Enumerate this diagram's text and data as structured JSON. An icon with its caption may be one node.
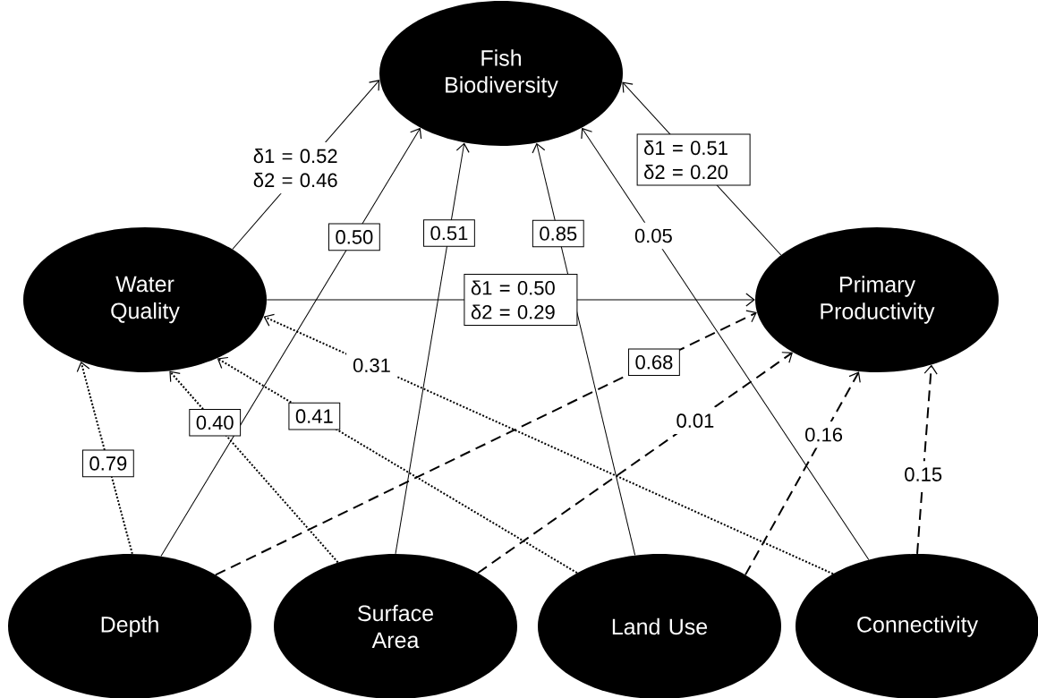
{
  "diagram": {
    "nodes": [
      {
        "text": [
          "Fish Biodiversity"
        ]
      },
      {
        "text": [
          "Water Quality"
        ]
      },
      {
        "text": [
          "Primary Productivity"
        ]
      },
      {
        "text": [
          "Depth"
        ]
      },
      {
        "text": [
          "Surface Area"
        ]
      },
      {
        "text": [
          "Land Use"
        ]
      },
      {
        "text": [
          "Connectivity"
        ]
      }
    ],
    "edges": [
      {
        "from": 1,
        "to": 0,
        "arrow": "to",
        "label": "δ1 = 0.52 δ2 = 0.46"
      },
      {
        "from": 3,
        "to": 0,
        "arrow": "to",
        "label": "0.50"
      },
      {
        "from": 4,
        "to": 0,
        "arrow": "to",
        "label": "0.51"
      },
      {
        "from": 5,
        "to": 0,
        "arrow": "to",
        "label": "0.85"
      },
      {
        "from": 6,
        "to": 0,
        "arrow": "to",
        "label": "0.05"
      },
      {
        "from": 2,
        "to": 0,
        "arrow": "to",
        "label": "δ1 = 0.51 δ2 = 0.20"
      },
      {
        "from": 1,
        "to": 2,
        "arrow": "to",
        "label": "δ1 = 0.50 δ2 = 0.29"
      },
      {
        "from": 3,
        "to": 1,
        "arrow": "to",
        "label": "0.79",
        "style": "dashed"
      },
      {
        "from": 4,
        "to": 1,
        "arrow": "to",
        "label": "0.40",
        "style": "dashed"
      },
      {
        "from": 5,
        "to": 1,
        "arrow": "to",
        "label": "0.41",
        "style": "dashed"
      },
      {
        "from": 6,
        "to": 1,
        "arrow": "to",
        "label": "0.31",
        "style": "dashed"
      },
      {
        "from": 3,
        "to": 2,
        "arrow": "to",
        "label": "0.68",
        "style": "dashed"
      },
      {
        "from": 4,
        "to": 2,
        "arrow": "to",
        "label": "0.01",
        "style": "dashed"
      },
      {
        "from": 5,
        "to": 2,
        "arrow": "to",
        "label": "0.16",
        "style": "dashed"
      },
      {
        "from": 6,
        "to": 2,
        "arrow": "to",
        "label": "0.15",
        "style": "dashed"
      }
    ]
  }
}
